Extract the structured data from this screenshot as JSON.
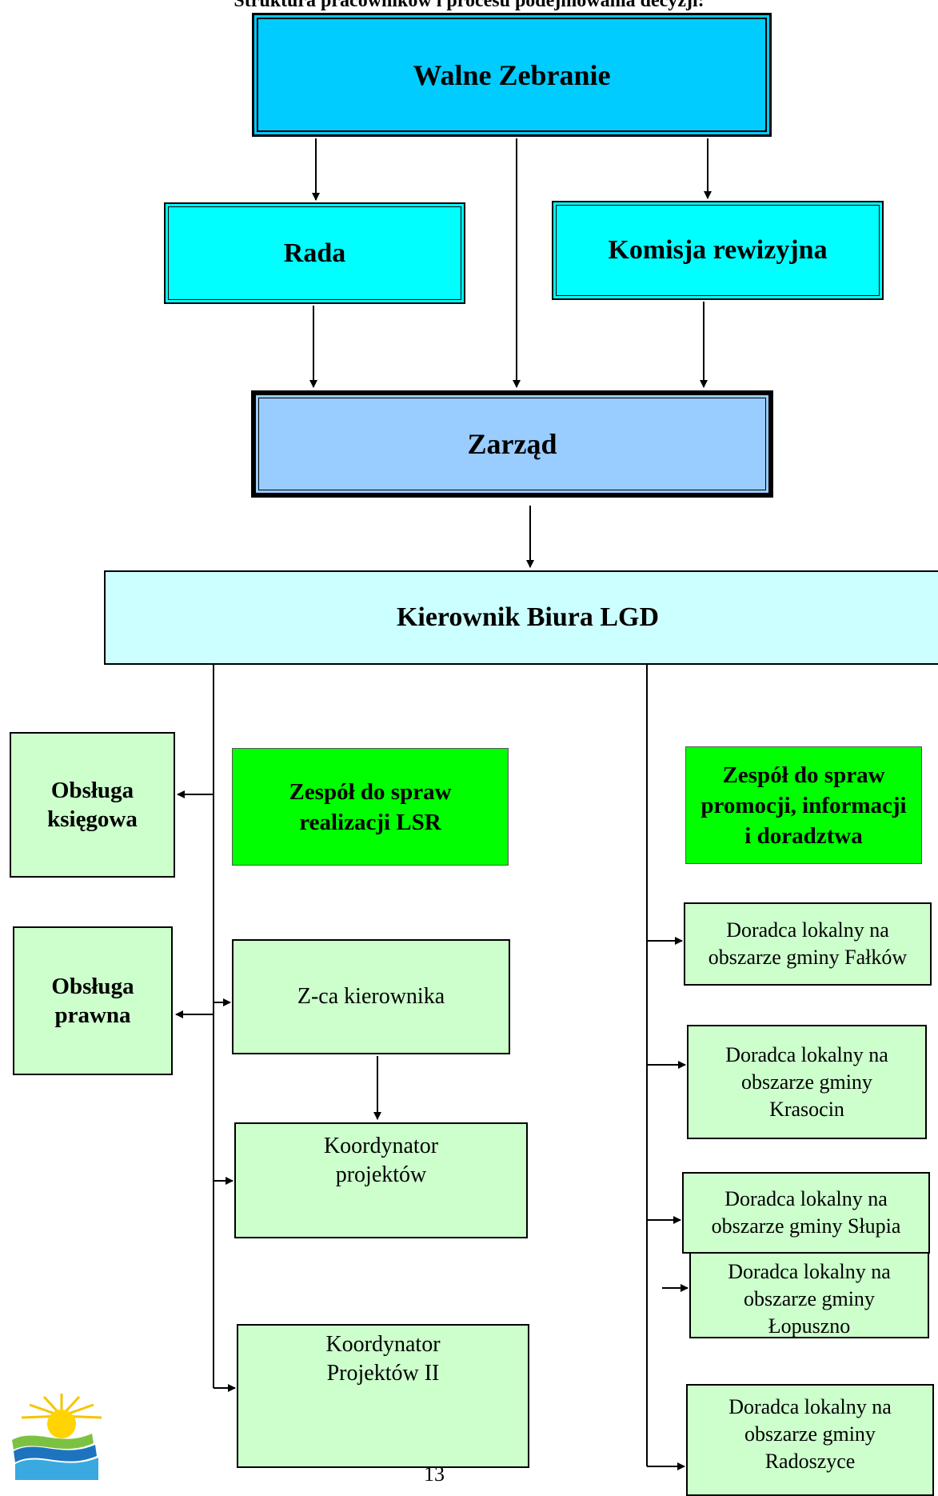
{
  "header": {
    "title": "Struktura pracowników i procesu podejmowania decyzji:"
  },
  "nodes": {
    "walne": "Walne Zebranie",
    "rada": "Rada",
    "komisja": "Komisja rewizyjna",
    "zarzad": "Zarząd",
    "kierownik": "Kierownik Biura LGD",
    "ksiegowa": "Obsługa\nksięgowa",
    "prawna": "Obsługa\nprawna",
    "zespol_lsr": "Zespół do spraw\nrealizacji LSR",
    "zespol_prom": "Zespół do spraw\npromocji, informacji\ni doradztwa",
    "zca": "Z-ca kierownika",
    "koord1": "Koordynator\nprojektów",
    "koord2": "Koordynator\nProjektów II",
    "dor1": "Doradca lokalny na\nobszarze gminy Fałków",
    "dor2": "Doradca lokalny na\nobszarze gminy\nKrasocin",
    "dor3": "Doradca lokalny na\nobszarze gminy Słupia",
    "dor4": "Doradca lokalny  na\nobszarze gminy\nŁopuszno",
    "dor5": "Doradca lokalny na\nobszarze gminy\nRadoszyce"
  },
  "footer": {
    "page_number": "13"
  },
  "colors": {
    "walne": "#00ccff",
    "rada_komisja": "#00ffff",
    "zarzad": "#99ccff",
    "kierownik": "#ccffff",
    "zespol": "#00ff00",
    "pale_box": "#ccffcc"
  },
  "icons": {
    "logo": "lgd-sun-logo"
  }
}
